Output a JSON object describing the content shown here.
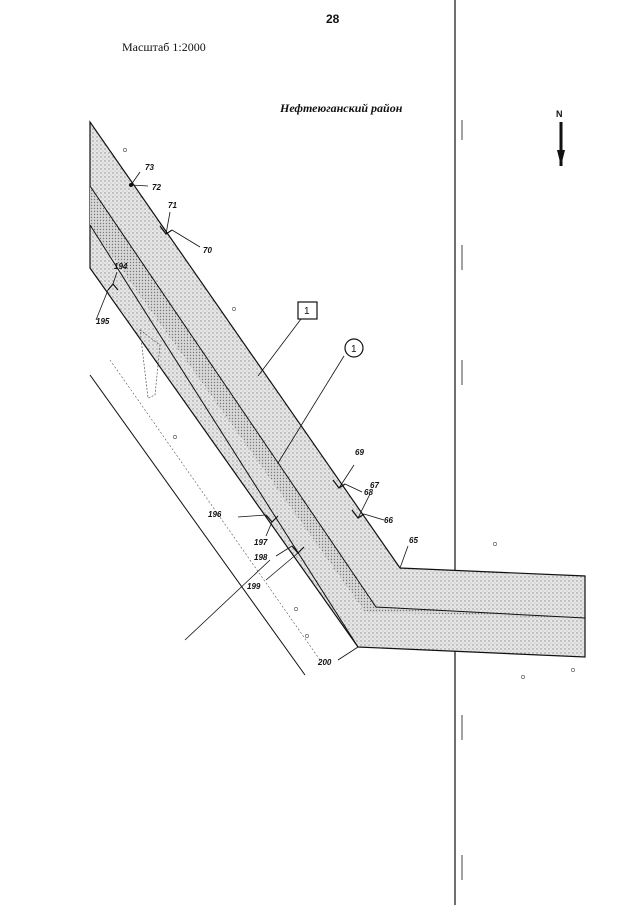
{
  "page_number": "28",
  "scale_label": "Масштаб 1:2000",
  "district_label": "Нефтеюганский район",
  "north_label": "N",
  "callouts": {
    "boxed": "1",
    "circled": "1"
  },
  "points": [
    "73",
    "72",
    "71",
    "70",
    "194",
    "195",
    "69",
    "68",
    "67",
    "66",
    "65",
    "196",
    "197",
    "198",
    "199",
    "200"
  ],
  "colors": {
    "ink": "#111111",
    "fill": "#d4d4d4",
    "paper": "#ffffff"
  }
}
